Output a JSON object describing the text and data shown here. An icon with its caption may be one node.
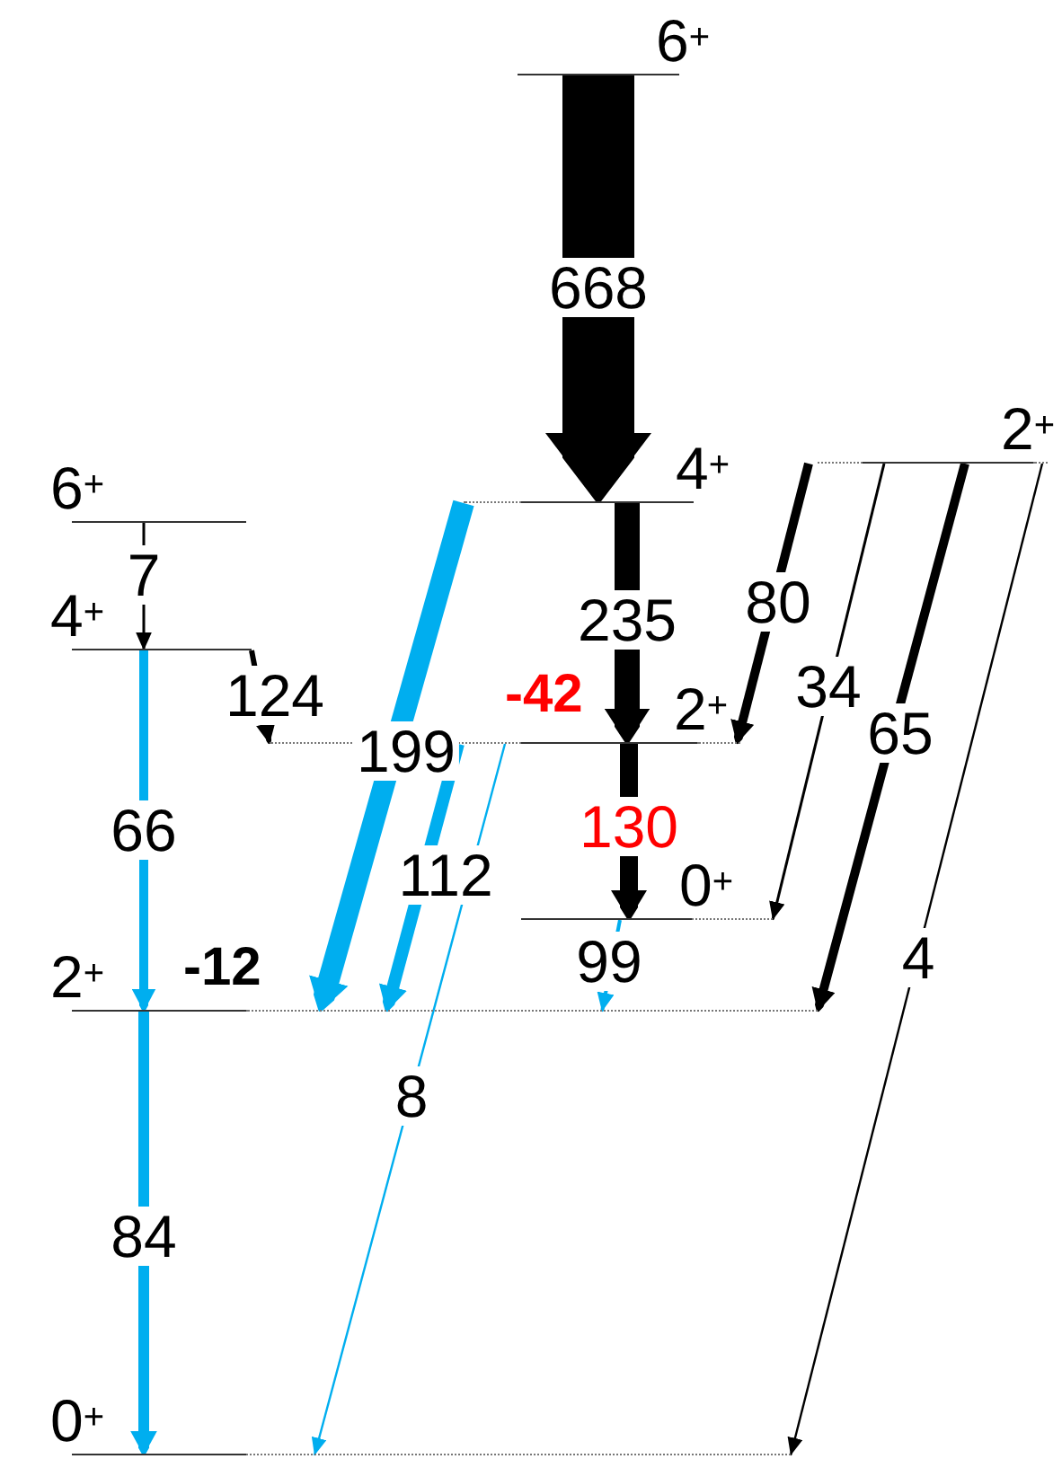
{
  "diagram": {
    "nodes": [
      {
        "text": [
          "6$^{+}$"
        ]
      },
      {
        "text": [
          "2$^{+}$"
        ]
      },
      {
        "text": [
          "6$^{+}$"
        ]
      },
      {
        "text": [
          "4$^{+}$"
        ]
      },
      {
        "text": [
          "4$^{+}$"
        ]
      },
      {
        "text": [
          "2$^{+}$"
        ],
        "beside": [
          "-42"
        ]
      },
      {
        "text": [
          "0$^{+}$"
        ]
      },
      {
        "text": [
          "2$^{+}$"
        ],
        "beside": [
          "-12"
        ]
      },
      {
        "text": [
          "0$^{+}$"
        ]
      }
    ],
    "edges": [
      {
        "from": 0,
        "to": 3,
        "label": "668",
        "arrow": "to",
        "style": "thick"
      },
      {
        "from": 2,
        "to": 4,
        "label": "7",
        "arrow": "to"
      },
      {
        "from": 3,
        "to": 5,
        "label": "235",
        "arrow": "to",
        "style": "thick"
      },
      {
        "from": 4,
        "to": 5,
        "label": "124",
        "arrow": "to"
      },
      {
        "from": 3,
        "to": 7,
        "label": "199",
        "arrow": "to",
        "style": "thick",
        "color": "#00aeef"
      },
      {
        "from": 1,
        "to": 5,
        "label": "80",
        "arrow": "to"
      },
      {
        "from": 4,
        "to": 7,
        "label": "66",
        "arrow": "to",
        "color": "#00aeef"
      },
      {
        "from": 5,
        "to": 6,
        "label": "130",
        "arrow": "to",
        "style": "thick"
      },
      {
        "from": 5,
        "to": 7,
        "label": "112",
        "arrow": "to",
        "color": "#00aeef"
      },
      {
        "from": 5,
        "to": 8,
        "label": "8",
        "arrow": "to",
        "color": "#00aeef"
      },
      {
        "from": 1,
        "to": 6,
        "label": "34",
        "arrow": "to"
      },
      {
        "from": 6,
        "to": 7,
        "label": "99",
        "arrow": "to",
        "color": "#00aeef"
      },
      {
        "from": 1,
        "to": 7,
        "label": "65",
        "arrow": "to"
      },
      {
        "from": 1,
        "to": 8,
        "label": "4",
        "arrow": "to"
      },
      {
        "from": 7,
        "to": 8,
        "label": "84",
        "arrow": "to",
        "color": "#00aeef"
      }
    ]
  }
}
